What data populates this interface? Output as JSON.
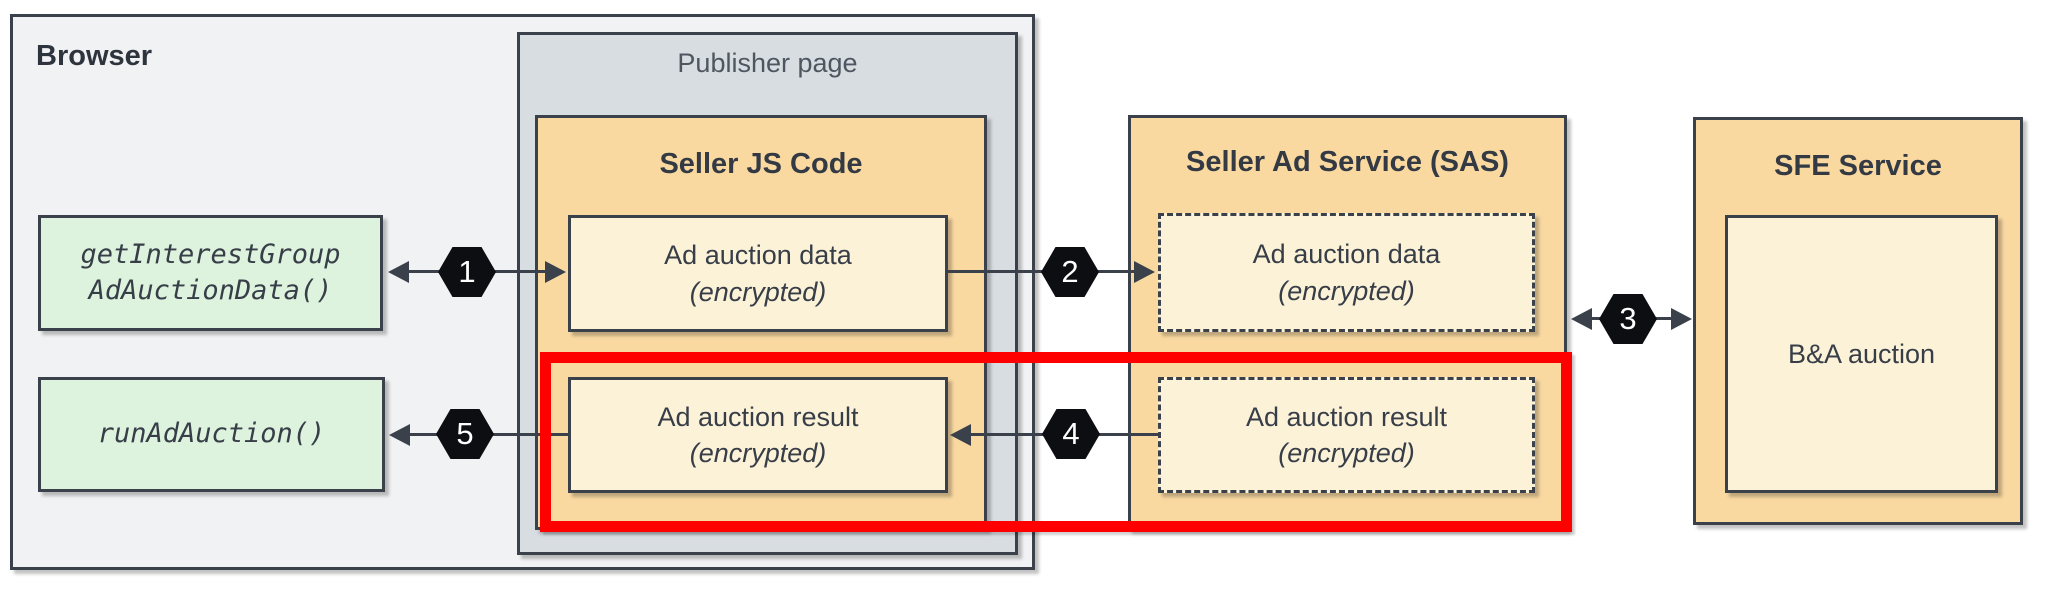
{
  "colors": {
    "accent_red": "#ff0000",
    "panel_orange": "#f9d9a0",
    "panel_cream": "#fcf2d8",
    "panel_green": "#ddf3de",
    "browser_gray": "#f1f2f4",
    "publisher_gray": "#d8dde2",
    "ink": "#3a414b"
  },
  "browser": {
    "title": "Browser",
    "api_boxes": [
      {
        "line1": "getInterestGroup",
        "line2": "AdAuctionData()"
      },
      {
        "line1": "runAdAuction()"
      }
    ]
  },
  "publisher": {
    "title": "Publisher page"
  },
  "seller_js": {
    "title": "Seller JS Code",
    "boxes": [
      {
        "line1": "Ad auction data",
        "line2": "(encrypted)"
      },
      {
        "line1": "Ad auction result",
        "line2": "(encrypted)"
      }
    ]
  },
  "sas": {
    "title": "Seller Ad Service (SAS)",
    "boxes": [
      {
        "line1": "Ad auction data",
        "line2": "(encrypted)"
      },
      {
        "line1": "Ad auction result",
        "line2": "(encrypted)"
      }
    ]
  },
  "sfe": {
    "title": "SFE Service",
    "inner_label": "B&A auction"
  },
  "steps": [
    {
      "n": "1"
    },
    {
      "n": "2"
    },
    {
      "n": "3"
    },
    {
      "n": "4"
    },
    {
      "n": "5"
    }
  ]
}
